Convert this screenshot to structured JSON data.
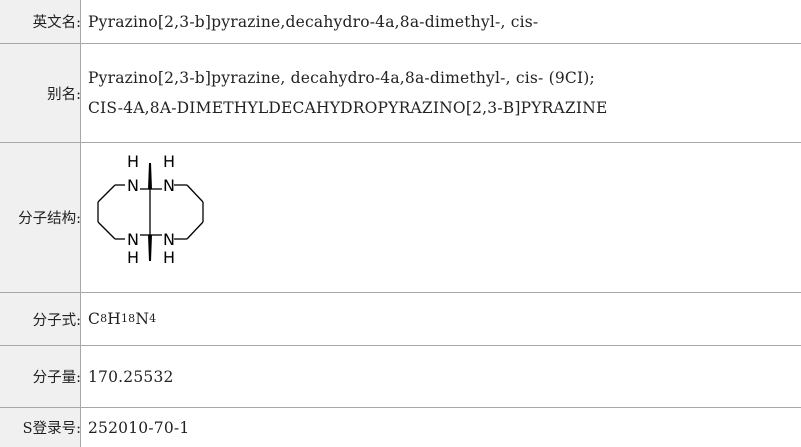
{
  "rows": {
    "english_name": {
      "label": "英文名:",
      "value": "Pyrazino[2,3-b]pyrazine,decahydro-4a,8a-dimethyl-, cis-"
    },
    "alias": {
      "label": "别名:",
      "line1": "Pyrazino[2,3-b]pyrazine, decahydro-4a,8a-dimethyl-, cis- (9CI);",
      "line2": "CIS-4A,8A-DIMETHYLDECAHYDROPYRAZINO[2,3-B]PYRAZINE"
    },
    "structure": {
      "label": "分子结构:",
      "atoms": {
        "nh_top_left": "N",
        "h_top_left": "H",
        "nh_top_right": "N",
        "h_top_right": "H",
        "nh_bottom_left": "N",
        "h_bottom_left": "H",
        "nh_bottom_right": "N",
        "h_bottom_right": "H"
      }
    },
    "formula": {
      "label": "分子式:",
      "c": "C",
      "c_n": "8",
      "h": "H",
      "h_n": "18",
      "n": "N",
      "n_n": "4"
    },
    "weight": {
      "label": "分子量:",
      "value": "170.25532"
    },
    "cas": {
      "label": "S登录号:",
      "value": "252010-70-1"
    }
  }
}
